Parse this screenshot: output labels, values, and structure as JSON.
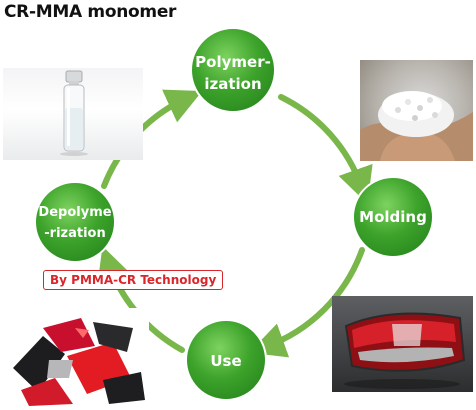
{
  "title": "CR-MMA monomer",
  "nodes": {
    "polymerization": {
      "line1": "Polymer-",
      "line2": "ization"
    },
    "molding": {
      "label": "Molding"
    },
    "use": {
      "label": "Use"
    },
    "depolymerization": {
      "line1": "Depolyme",
      "line2": "-rization"
    }
  },
  "badge": "By PMMA-CR Technology",
  "photos": [
    {
      "subject": "vial",
      "icon": "vial-icon"
    },
    {
      "subject": "pellets",
      "icon": "pellets-icon"
    },
    {
      "subject": "scrap",
      "icon": "scrap-icon"
    },
    {
      "subject": "lamp",
      "icon": "tail-lamp-icon"
    }
  ],
  "colors": {
    "node_green": "#3da32b",
    "arrow_green": "#79b74b",
    "badge_red": "#d9262b"
  }
}
